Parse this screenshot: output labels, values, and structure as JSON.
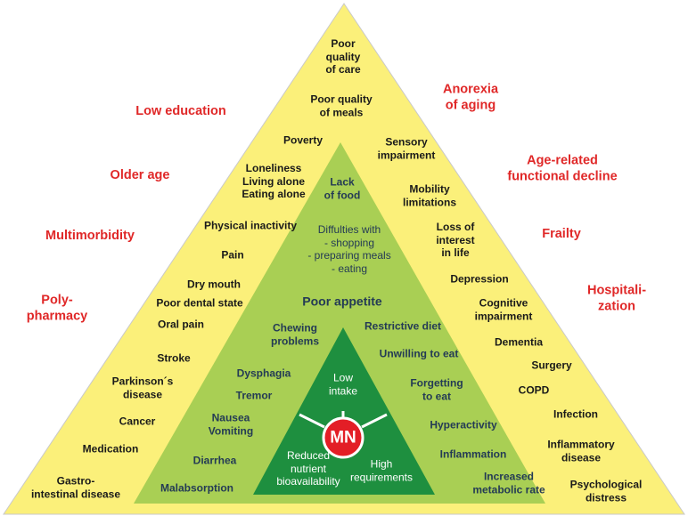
{
  "colors": {
    "outer_fill": "#fbf07a",
    "middle_fill": "#a9cf54",
    "inner_fill": "#1e8f3f",
    "mn_fill": "#e31e26",
    "outer_text": "#1a1a1a",
    "middle_text": "#243b55",
    "side_text": "#e02828"
  },
  "center": {
    "mn": "MN"
  },
  "inner_labels": {
    "low_intake": "Low\nintake",
    "reduced": "Reduced\nnutrient\nbioavailability",
    "high_req": "High\nrequirements"
  },
  "middle_labels": {
    "lack_food": "Lack\nof food",
    "difficulties": "Diffulties with\n- shopping\n- preparing meals\n- eating",
    "poor_appetite": "Poor appetite",
    "chewing": "Chewing\nproblems",
    "restrictive": "Restrictive diet",
    "unwilling": "Unwilling to eat",
    "dysphagia": "Dysphagia",
    "forgetting": "Forgetting\nto eat",
    "tremor": "Tremor",
    "nausea": "Nausea\nVomiting",
    "hyperactivity": "Hyperactivity",
    "diarrhea": "Diarrhea",
    "inflammation": "Inflammation",
    "malabsorption": "Malabsorption",
    "metabolic": "Increased\nmetabolic rate"
  },
  "outer_labels": {
    "poor_care": "Poor\nquality\nof care",
    "poor_meals": "Poor quality\nof meals",
    "poverty": "Poverty",
    "sensory": "Sensory\nimpairment",
    "loneliness": "Loneliness\nLiving alone\nEating alone",
    "mobility": "Mobility\nlimitations",
    "inactivity": "Physical inactivity",
    "loss_interest": "Loss of\ninterest\nin life",
    "pain": "Pain",
    "depression": "Depression",
    "dry_mouth": "Dry mouth",
    "dental": "Poor dental state",
    "cognitive": "Cognitive\nimpairment",
    "oral_pain": "Oral pain",
    "dementia": "Dementia",
    "stroke": "Stroke",
    "surgery": "Surgery",
    "parkinson": "Parkinson´s\ndisease",
    "copd": "COPD",
    "cancer": "Cancer",
    "infection": "Infection",
    "medication": "Medication",
    "inflammatory": "Inflammatory\ndisease",
    "gastro": "Gastro-\nintestinal disease",
    "psych": "Psychological\ndistress"
  },
  "side_labels": {
    "low_education": "Low education",
    "older_age": "Older age",
    "multimorbidity": "Multimorbidity",
    "polypharmacy": "Poly-\npharmacy",
    "anorexia": "Anorexia\nof aging",
    "functional": "Age-related\nfunctional decline",
    "frailty": "Frailty",
    "hospitalization": "Hospitali-\nzation"
  }
}
